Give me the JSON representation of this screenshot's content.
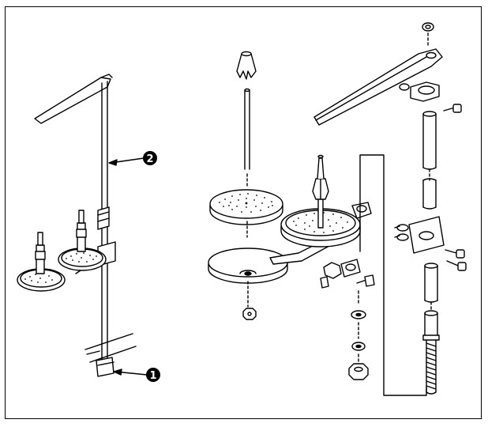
{
  "diagram": {
    "callouts": [
      {
        "id": "callout-1",
        "number": "1"
      },
      {
        "id": "callout-2",
        "number": "2"
      }
    ],
    "colors": {
      "ink": "#000000",
      "paper": "#ffffff"
    }
  }
}
